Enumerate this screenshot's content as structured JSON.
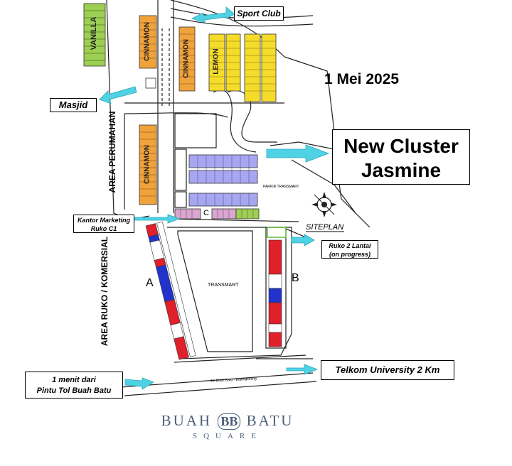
{
  "date_label": "1 Mei 2025",
  "new_cluster": {
    "line1": "New Cluster",
    "line2": "Jasmine"
  },
  "callouts": {
    "sport_club": "Sport Club",
    "masjid": "Masjid",
    "kantor_marketing_line1": "Kantor Marketing",
    "kantor_marketing_line2": "Ruko C1",
    "ruko2_line1": "Ruko 2 Lantai",
    "ruko2_line2": "(on progress)",
    "telkom": "Telkom University 2 Km",
    "tol_line1": "1 menit dari",
    "tol_line2": "Pintu Tol Buah Batu"
  },
  "area_labels": {
    "perumahan": "AREA PERUMAHAN",
    "ruko": "AREA RUKO / KOMERSIAL"
  },
  "clusters": {
    "vanilla": "VANILLA",
    "cinnamon_top": "CINNAMON",
    "cinnamon_mid": "CINNAMON",
    "cinnamon_small": "CINNAMON",
    "lemon": "LEMON"
  },
  "blocks": {
    "a": "A",
    "b": "B",
    "c": "C"
  },
  "siteplan_label": "SITEPLAN",
  "transmart_label": "TRANSMART",
  "parkir_label": "PARKIR TRANSMART",
  "road_label": "Jln Buah Batu - Bojongsoang",
  "logo": {
    "left": "BUAH",
    "mono": "BB",
    "right": "BATU",
    "sub": "SQUARE"
  },
  "colors": {
    "orange": "#f0a23b",
    "green": "#9ccf52",
    "yellow": "#f5dc2b",
    "purple": "#a7a6f0",
    "pink": "#d8a6cf",
    "red": "#e0202a",
    "blue": "#2233cc",
    "arrow": "#4fd3e4",
    "logo": "#4a5f7a"
  }
}
